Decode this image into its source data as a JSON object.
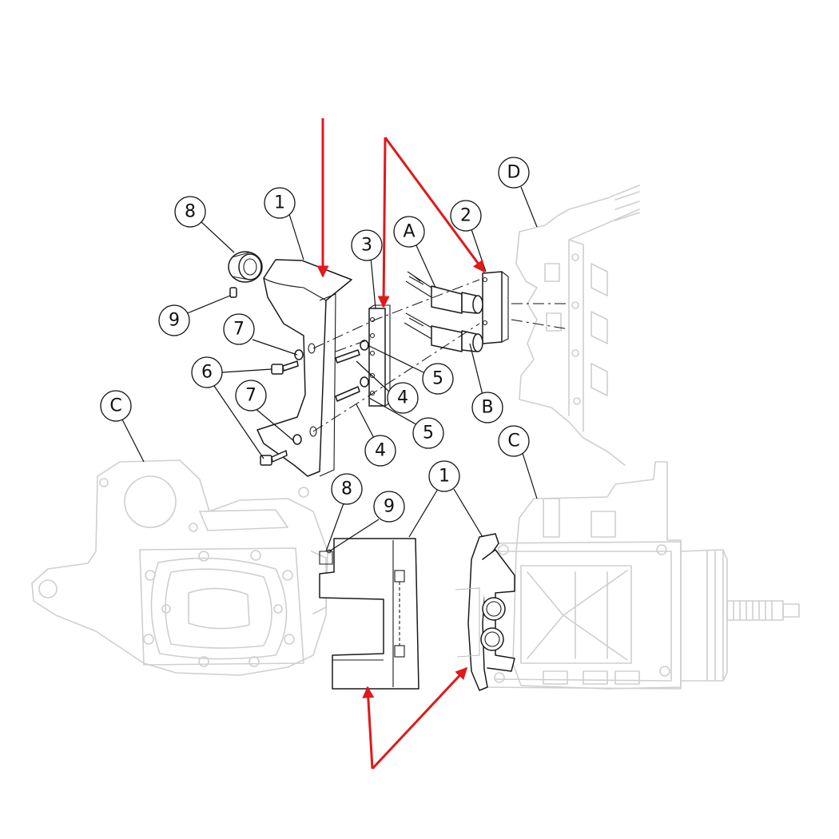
{
  "diagram": {
    "callouts": [
      {
        "id": "c-8-top",
        "label": "8"
      },
      {
        "id": "c-1-top",
        "label": "1"
      },
      {
        "id": "c-3",
        "label": "3"
      },
      {
        "id": "c-A",
        "label": "A"
      },
      {
        "id": "c-2",
        "label": "2"
      },
      {
        "id": "c-D",
        "label": "D"
      },
      {
        "id": "c-9-top",
        "label": "9"
      },
      {
        "id": "c-7-top",
        "label": "7"
      },
      {
        "id": "c-6",
        "label": "6"
      },
      {
        "id": "c-5-top",
        "label": "5"
      },
      {
        "id": "c-4-top",
        "label": "4"
      },
      {
        "id": "c-7-bot",
        "label": "7"
      },
      {
        "id": "c-B",
        "label": "B"
      },
      {
        "id": "c-5-bot",
        "label": "5"
      },
      {
        "id": "c-4-bot",
        "label": "4"
      },
      {
        "id": "c-C-left",
        "label": "C"
      },
      {
        "id": "c-C-right",
        "label": "C"
      },
      {
        "id": "c-8-bot",
        "label": "8"
      },
      {
        "id": "c-9-bot",
        "label": "9"
      },
      {
        "id": "c-1-bot",
        "label": "1"
      }
    ],
    "colors": {
      "arrow": "#e0191b",
      "line": "#1a1a1a",
      "ghost": "#cfcfcf"
    }
  }
}
